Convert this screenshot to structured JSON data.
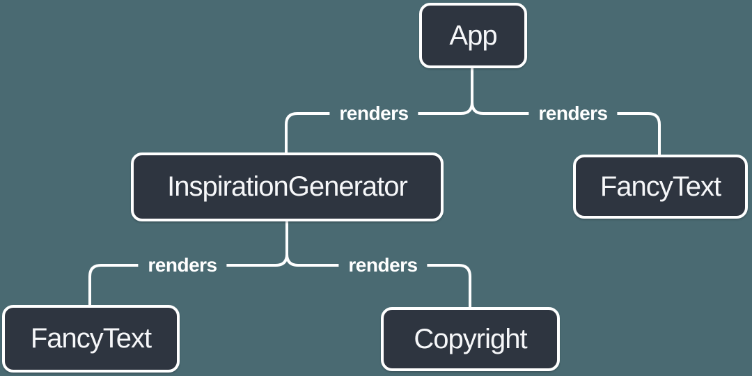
{
  "diagram": {
    "type": "component-render-tree",
    "colors": {
      "background": "#4a6a72",
      "node_fill": "#2e3540",
      "node_border": "#ffffff",
      "node_text": "#f6f7f9",
      "edge_line": "#ffffff",
      "edge_label_text": "#ffffff"
    },
    "nodes": [
      {
        "id": "app",
        "label": "App"
      },
      {
        "id": "inspiration-generator",
        "label": "InspirationGenerator"
      },
      {
        "id": "fancy-text-top",
        "label": "FancyText"
      },
      {
        "id": "fancy-text-bottom",
        "label": "FancyText"
      },
      {
        "id": "copyright",
        "label": "Copyright"
      }
    ],
    "edges": [
      {
        "from": "App",
        "to": "InspirationGenerator",
        "label": "renders"
      },
      {
        "from": "App",
        "to": "FancyText",
        "label": "renders"
      },
      {
        "from": "InspirationGenerator",
        "to": "FancyText",
        "label": "renders"
      },
      {
        "from": "InspirationGenerator",
        "to": "Copyright",
        "label": "renders"
      }
    ]
  }
}
